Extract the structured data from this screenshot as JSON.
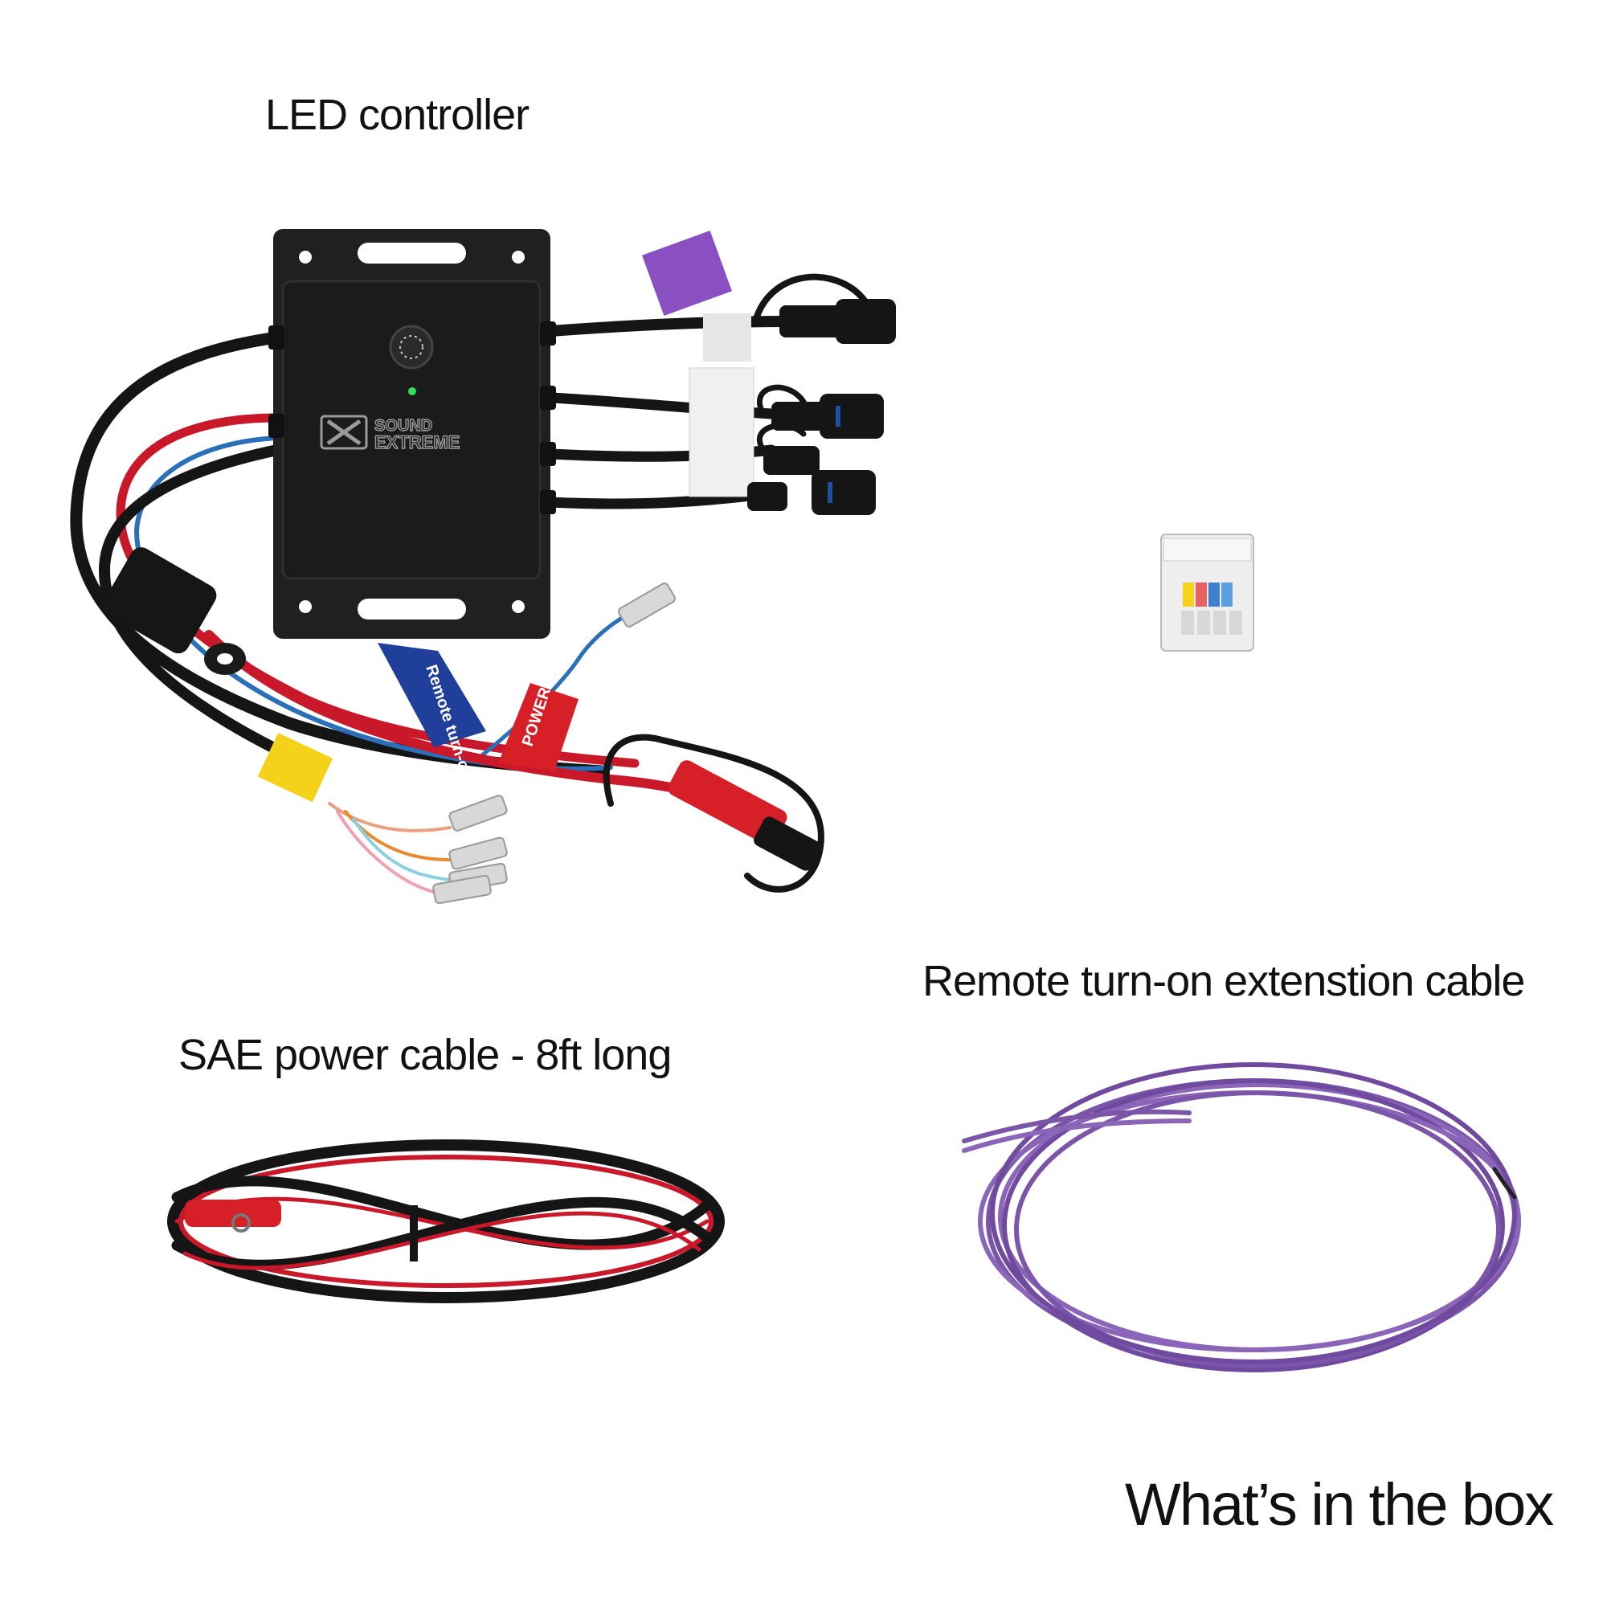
{
  "captions": {
    "led_controller": "LED controller",
    "remote_cable": "Remote turn-on extenstion cable",
    "sae_cable": "SAE power cable - 8ft long",
    "box_title": "What’s in the box"
  },
  "device": {
    "brand_line1": "SOUND",
    "brand_line2": "EXTREME",
    "tag_remote": "Remote turn-on",
    "tag_power": "POWER IN"
  },
  "colors": {
    "background": "#ffffff",
    "device_body": "#1c1c1c",
    "red_wire": "#d01c2a",
    "blue_wire": "#2a6fb8",
    "purple_wire": "#7a55a8",
    "tag_blue": "#1f3f9a",
    "tag_red": "#d61f26",
    "tag_yellow": "#f4d21a",
    "tag_purple": "#8a4fc0"
  }
}
